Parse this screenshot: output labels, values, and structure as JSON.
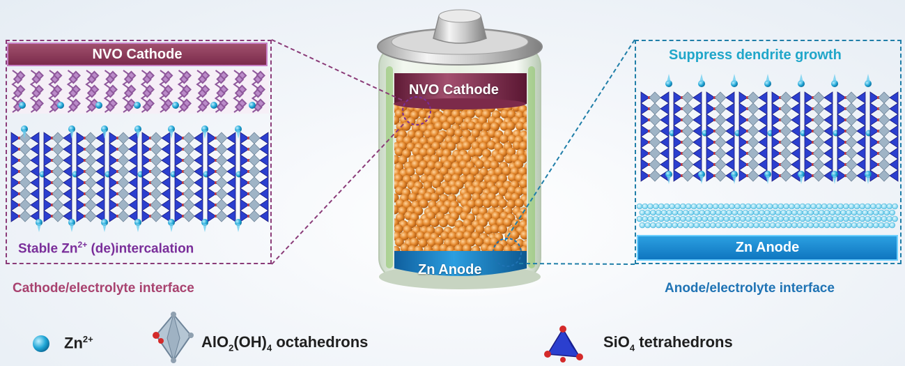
{
  "cathode_panel": {
    "header": "NVO Cathode",
    "caption_prefix": "Stable Zn",
    "caption_sup": "2+",
    "caption_suffix": " (de)intercalation"
  },
  "anode_panel": {
    "caption": "Suppress dendrite growth",
    "anode_label": "Zn Anode"
  },
  "battery": {
    "cathode_label": "NVO Cathode",
    "anode_label": "Zn Anode"
  },
  "interfaces": {
    "left": "Cathode/electrolyte interface",
    "right": "Anode/electrolyte interface"
  },
  "legend": {
    "zn": {
      "base": "Zn",
      "sup": "2+"
    },
    "octahedron": {
      "p1": "AlO",
      "s1": "2",
      "p2": "(OH)",
      "s2": "4",
      "p3": " octahedrons"
    },
    "tetrahedron": {
      "p1": "SiO",
      "s1": "4",
      "p2": " tetrahedrons"
    }
  },
  "colors": {
    "cathode_accent": "#8a3b78",
    "anode_accent": "#1f7ea8",
    "zn_ion": "#1fa3d6",
    "tetrahedron": "#2b3fcf",
    "oxygen": "#d42a2a",
    "octahedron": "#9fb4c6",
    "particle": "#e08a2e"
  }
}
